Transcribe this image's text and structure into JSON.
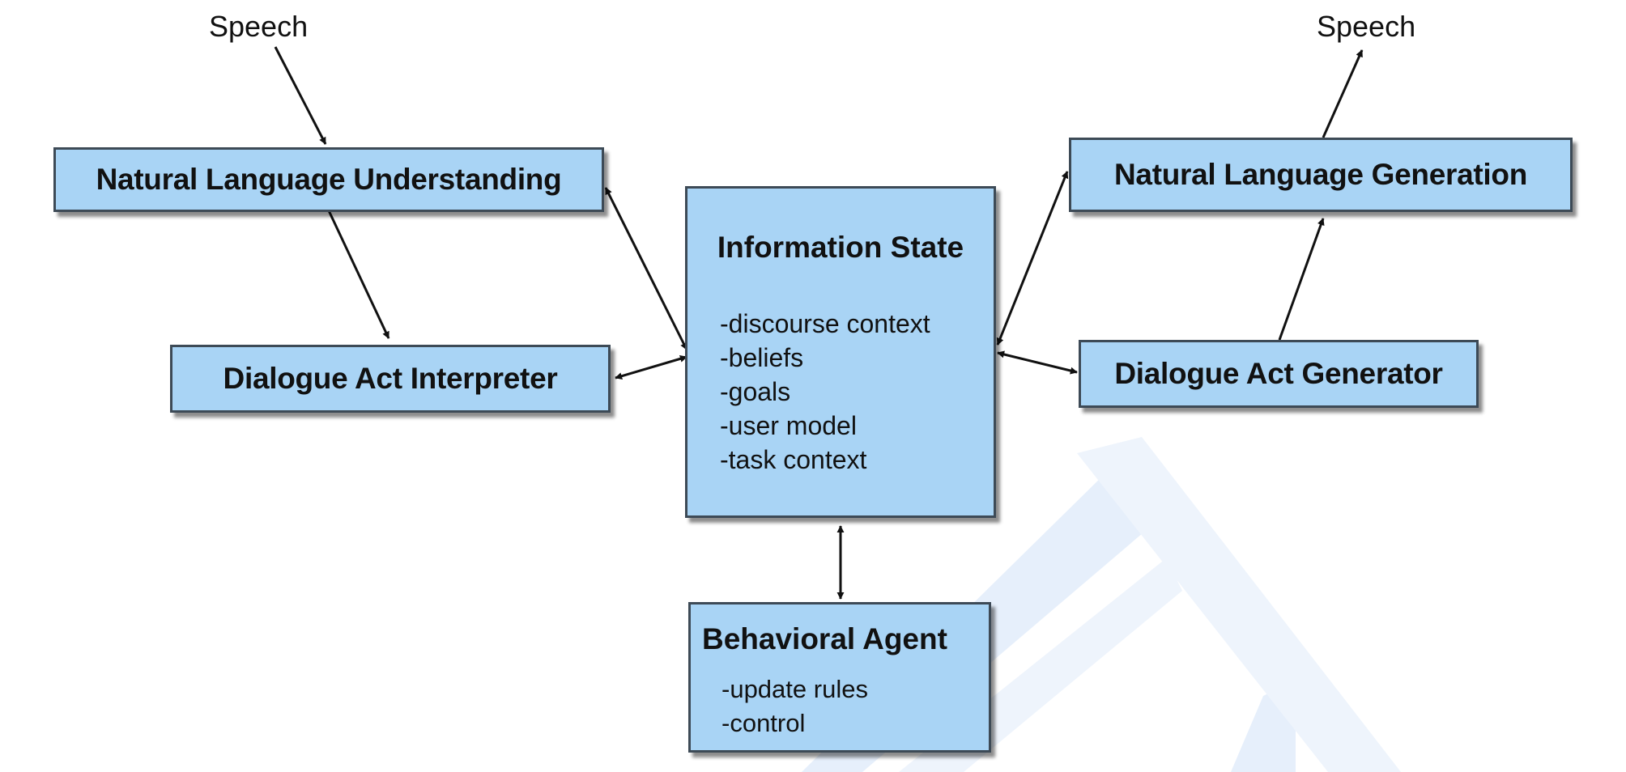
{
  "speech_in": "Speech",
  "speech_out": "Speech",
  "nlu": {
    "title": "Natural Language Understanding"
  },
  "dai": {
    "title": "Dialogue Act Interpreter"
  },
  "info_state": {
    "title": "Information State",
    "items": [
      "-discourse context",
      "-beliefs",
      "-goals",
      "-user model",
      "-task context"
    ]
  },
  "nlg": {
    "title": "Natural Language Generation"
  },
  "dag": {
    "title": "Dialogue Act Generator"
  },
  "behavioral_agent": {
    "title": "Behavioral Agent",
    "items": [
      "-update rules",
      "-control"
    ]
  },
  "colors": {
    "box_fill": "#a9d4f5",
    "box_border": "#3d4a56",
    "arrow": "#111111",
    "watermark": "#e6effb"
  }
}
